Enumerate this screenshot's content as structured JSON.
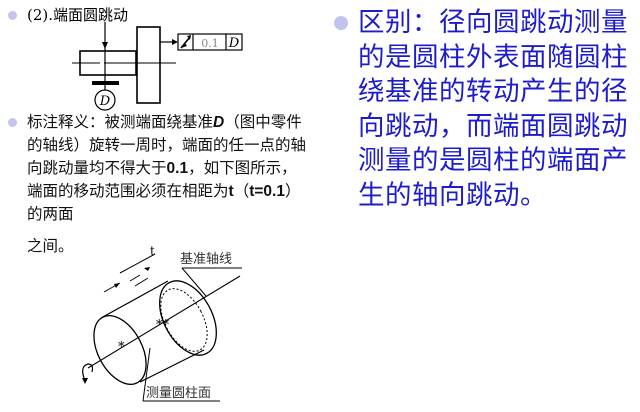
{
  "left": {
    "heading": "(2).端面圆跳动",
    "diagram_top": {
      "fcf": {
        "symbol": "circular-runout-arrow",
        "tolerance": "0.1",
        "datum": "D"
      },
      "datum_label": "D"
    },
    "paragraph": {
      "seg1": "标注释义：被测端面绕基准",
      "seg2_bold": "D",
      "seg3": "（图中零件的轴线）旋转一周时，端面的任一点的轴向跳动量均不得大于",
      "seg4_bold": "0.1",
      "seg5": "，如下图所示，端面的移动范围必须在相距为",
      "seg6_bold": "t",
      "seg7": "（",
      "seg8_bold": "t=0.1",
      "seg9": "） 的两面",
      "tail": "之间。"
    },
    "diagram_bottom": {
      "dimension_label": "t",
      "axis_label": "基准轴线",
      "surface_label": "测量圆柱面"
    }
  },
  "right": {
    "text": "区别：径向圆跳动测量的是圆柱外表面随圆柱绕基准的转动产生的径向跳动，而端面圆跳动测量的是圆柱的端面产生的轴向跳动。"
  },
  "colors": {
    "bullet": "#c4c4ee",
    "right_text": "#1c1ccc",
    "body_text": "#111111"
  }
}
